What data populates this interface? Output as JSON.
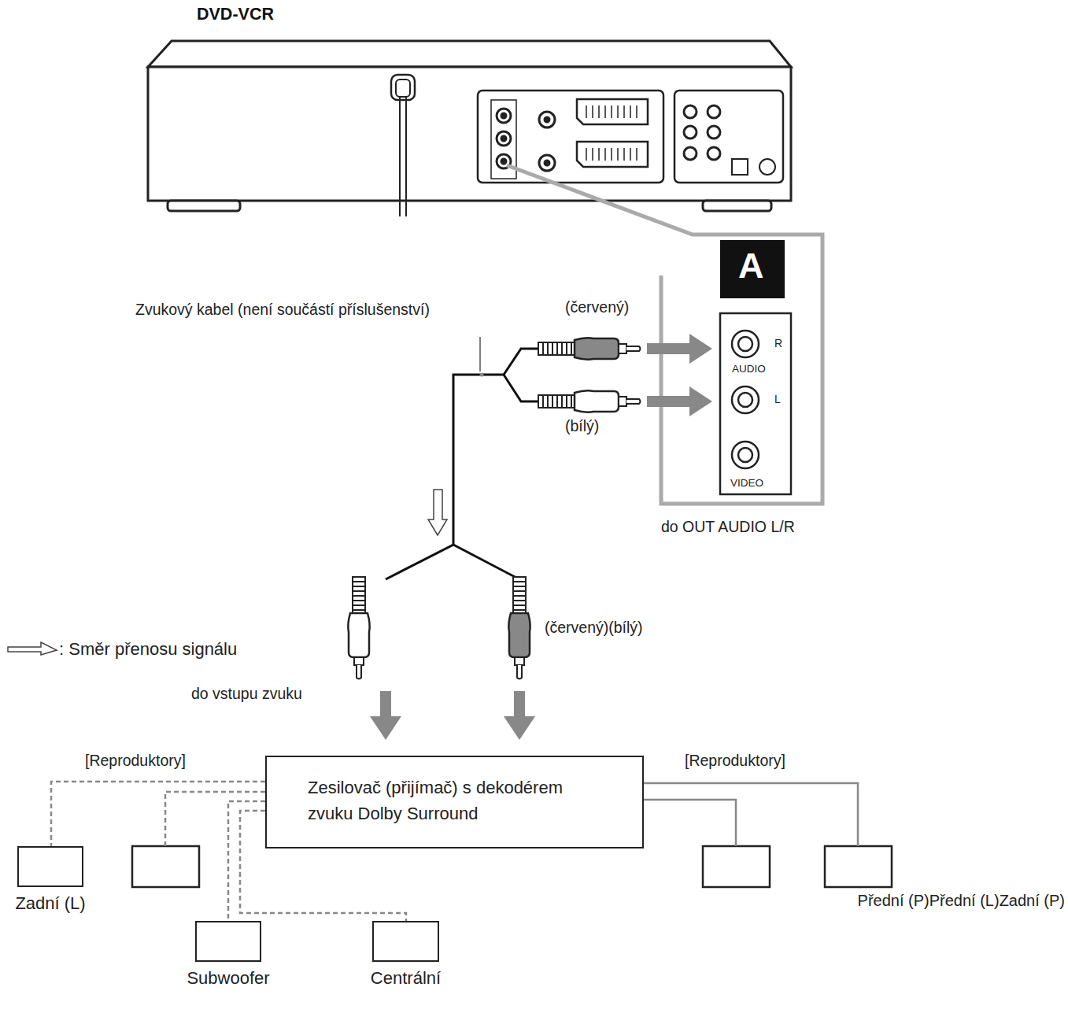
{
  "diagram": {
    "nodes": [
      {
        "text": [
          "Zesilovač (přijímač) s dekodérem zvuku Dolby Surround"
        ]
      },
      {
        "text": [
          "Zadní (L)"
        ]
      },
      {
        "text": [
          "Subwoofer"
        ]
      },
      {
        "text": [
          "Centrální"
        ]
      }
    ],
    "edges": [
      {
        "from": 0,
        "to": 1,
        "arrow": "none"
      },
      {
        "from": 0,
        "to": 2,
        "arrow": "none"
      },
      {
        "from": 0,
        "to": 3,
        "arrow": "none"
      }
    ],
    "labels": [
      "DVD-VCR",
      "A",
      "R",
      "AUDIO",
      "L",
      "VIDEO",
      "do OUT AUDIO L/R",
      "Zvukový kabel (není součástí příslušenství)",
      "(červený)",
      "(bílý)",
      "(červený)(bílý)",
      "do vstupu zvuku",
      "[Reproduktory]",
      "[Reproduktory]",
      "Přední (P)Přední (L)Zadní (P)"
    ],
    "legend": [
      {
        "text": ": Směr přenosu signálu"
      }
    ]
  }
}
